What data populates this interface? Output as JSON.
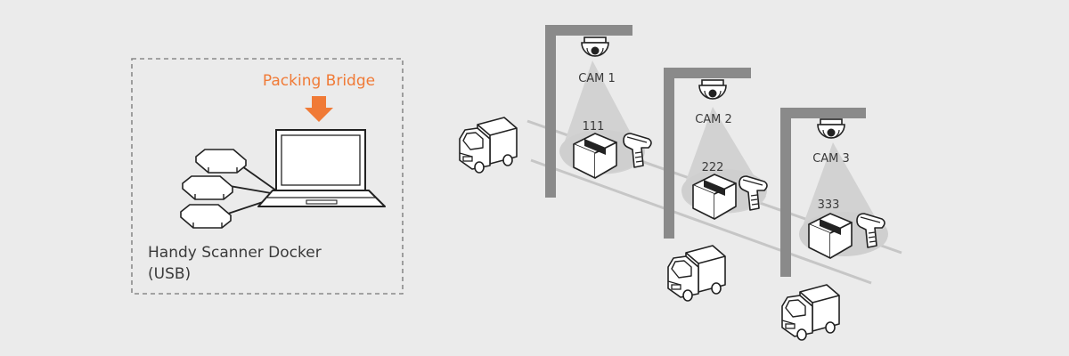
{
  "left_panel": {
    "bridge_label": "Packing Bridge",
    "docker_label_line1": "Handy Scanner Docker",
    "docker_label_line2": "(USB)"
  },
  "stations": [
    {
      "camera": "CAM 1",
      "code": "111"
    },
    {
      "camera": "CAM 2",
      "code": "222"
    },
    {
      "camera": "CAM 3",
      "code": "333"
    }
  ],
  "colors": {
    "background": "#ebebeb",
    "accent": "#f07a36",
    "pole": "#8a8a8a",
    "light_cone": "#d2d2d2",
    "text": "#3a3a3a"
  },
  "icons": [
    "scanner-dock-icon",
    "laptop-icon",
    "arrow-down-icon",
    "truck-icon",
    "dome-camera-icon",
    "parcel-box-icon",
    "handheld-scanner-icon"
  ]
}
